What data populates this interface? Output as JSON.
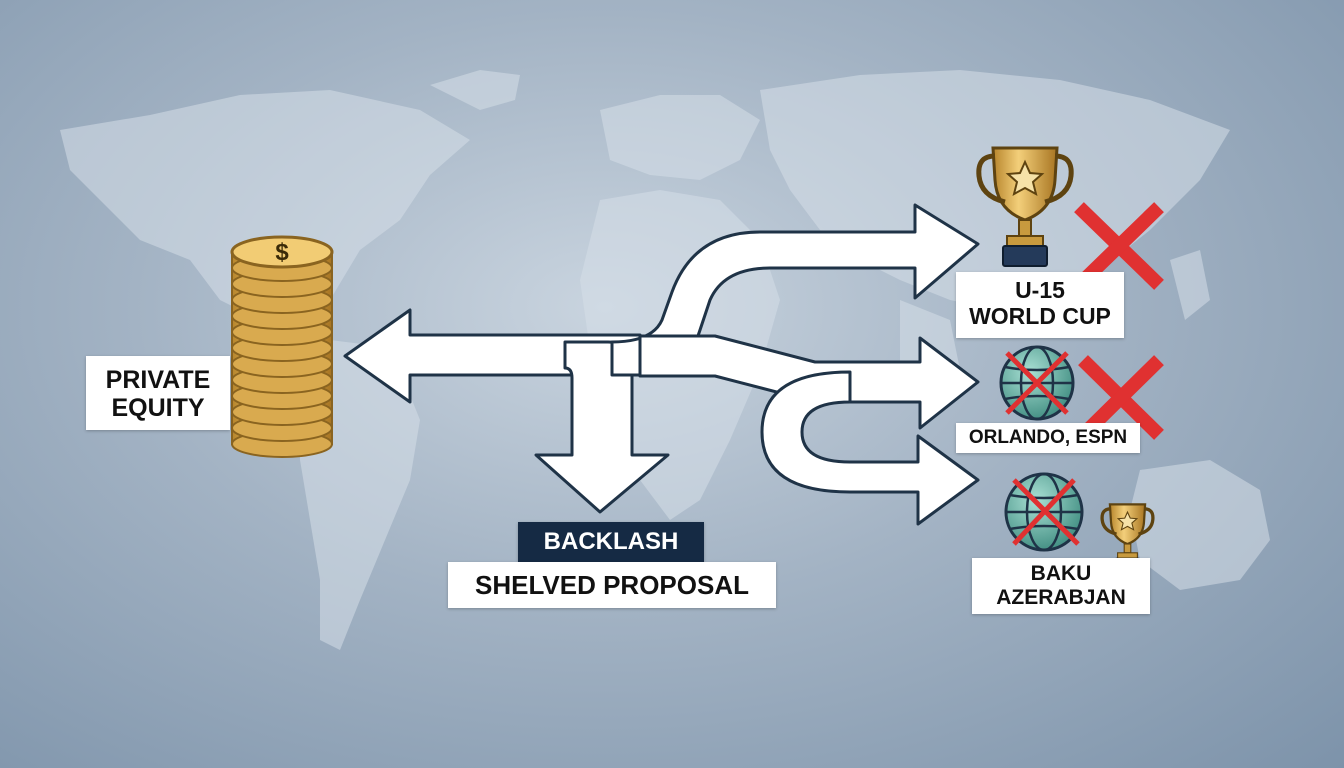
{
  "colors": {
    "arrow_fill": "#ffffff",
    "arrow_stroke": "#1f3347",
    "coin_gold": "#d9aa4f",
    "coin_edge": "#8a6420",
    "cross_red": "#e03131",
    "globe_teal": "#5aa89a",
    "backlash_bg": "#152a44"
  },
  "icons": {
    "coins": "coin-stack-icon",
    "dollar": "$",
    "trophy": "trophy-icon",
    "globe": "globe-icon",
    "cross": "red-x-icon"
  },
  "labels": {
    "private_equity": [
      "PRIVATE",
      "EQUITY"
    ],
    "backlash": "BACKLASH",
    "shelved_proposal": "SHELVED PROPOSAL",
    "u15_world_cup": [
      "U-15",
      "WORLD CUP"
    ],
    "orlando_espn": "ORLANDO, ESPN",
    "baku": [
      "BAKU",
      "AZERABJAN"
    ]
  }
}
